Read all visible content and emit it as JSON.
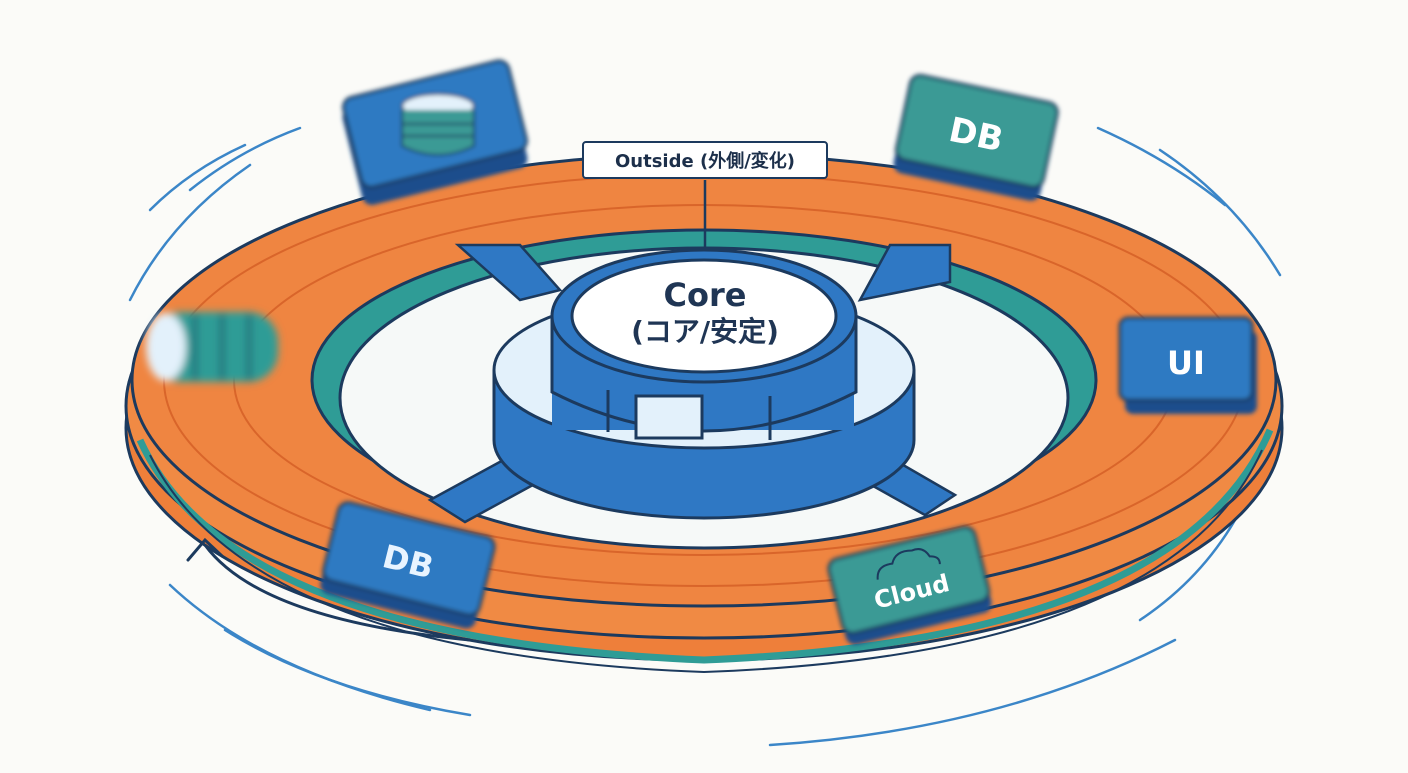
{
  "outside_label": "Outside (外側/変化)",
  "core": {
    "title": "Core",
    "subtitle": "(コア/安定)"
  },
  "modules": {
    "db_top_right": "DB",
    "db_bottom_left": "DB",
    "cloud": "Cloud",
    "ui_right": "UI"
  },
  "colors": {
    "ring_orange": "#ee7f3a",
    "ring_orange_dark": "#d9652a",
    "ring_teal": "#2f9c96",
    "core_blue": "#2f78c4",
    "core_light": "#e3f1fb",
    "outline": "#1c3a5e",
    "module_blue": "#2e7ac2",
    "module_teal": "#3a9a95",
    "motion_line": "#3b86c8"
  },
  "icons": [
    "database-icon",
    "cylinder-stack-icon",
    "cloud-icon",
    "ui-icon",
    "rotation-arrow-icon"
  ]
}
